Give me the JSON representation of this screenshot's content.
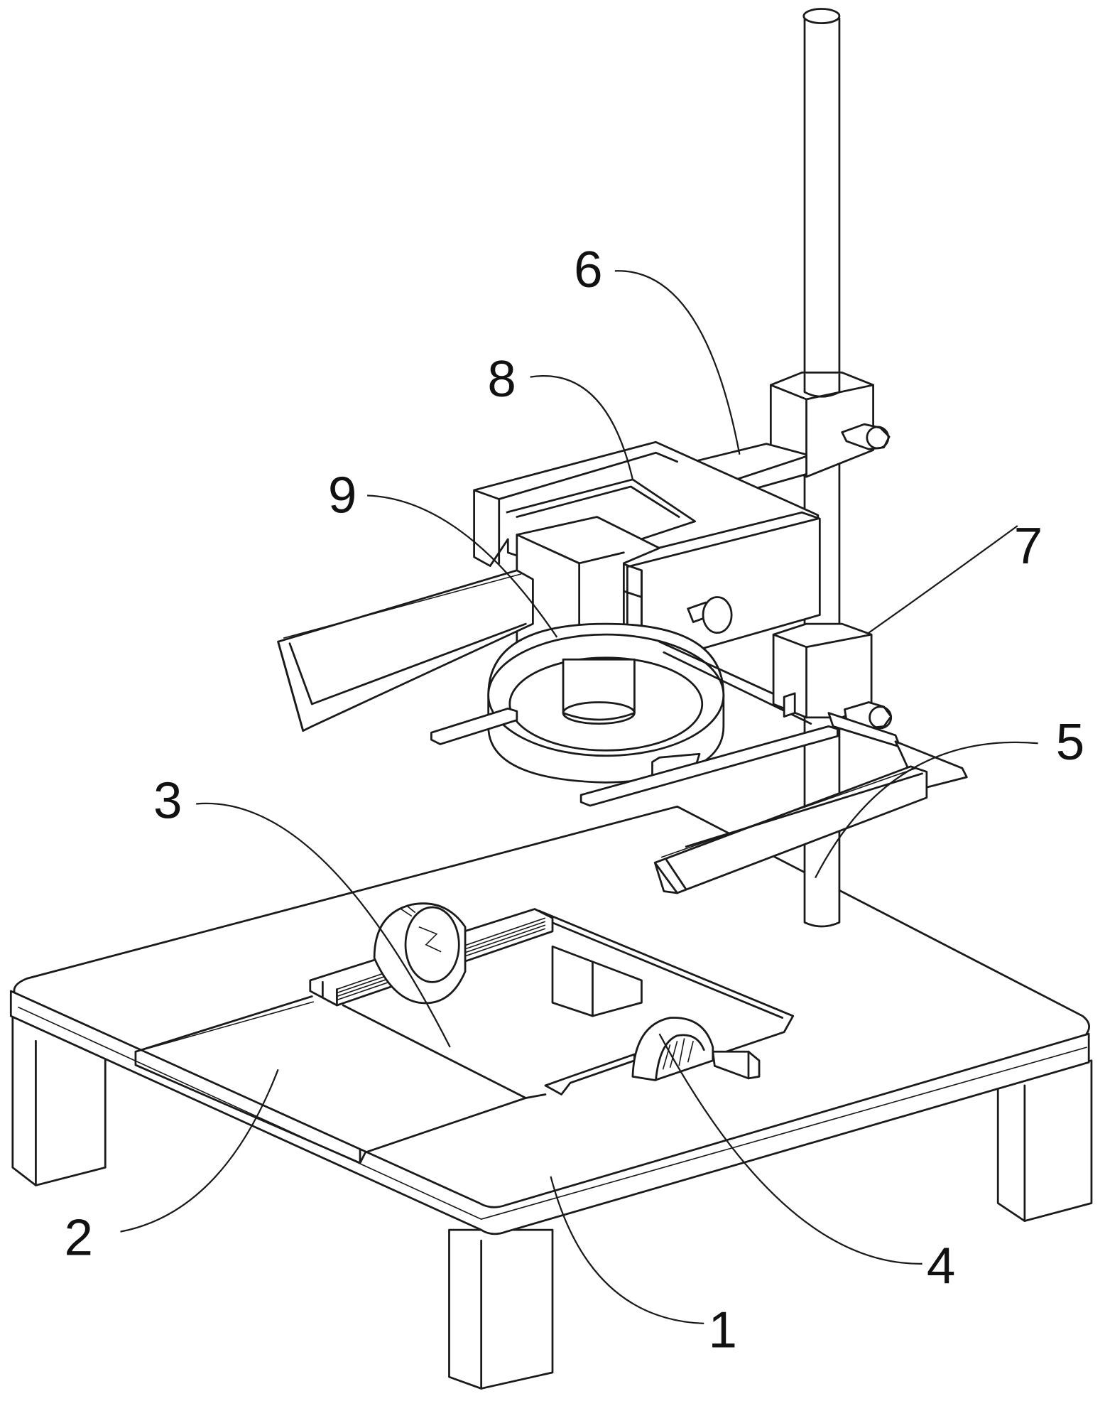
{
  "figure": {
    "type": "patent-line-drawing",
    "callouts": [
      {
        "id": "1",
        "text": "1"
      },
      {
        "id": "2",
        "text": "2"
      },
      {
        "id": "3",
        "text": "3"
      },
      {
        "id": "4",
        "text": "4"
      },
      {
        "id": "5",
        "text": "5"
      },
      {
        "id": "6",
        "text": "6"
      },
      {
        "id": "7",
        "text": "7"
      },
      {
        "id": "8",
        "text": "8"
      },
      {
        "id": "9",
        "text": "9"
      }
    ]
  },
  "colors": {
    "line": "#1a1a1a",
    "background": "#ffffff"
  }
}
